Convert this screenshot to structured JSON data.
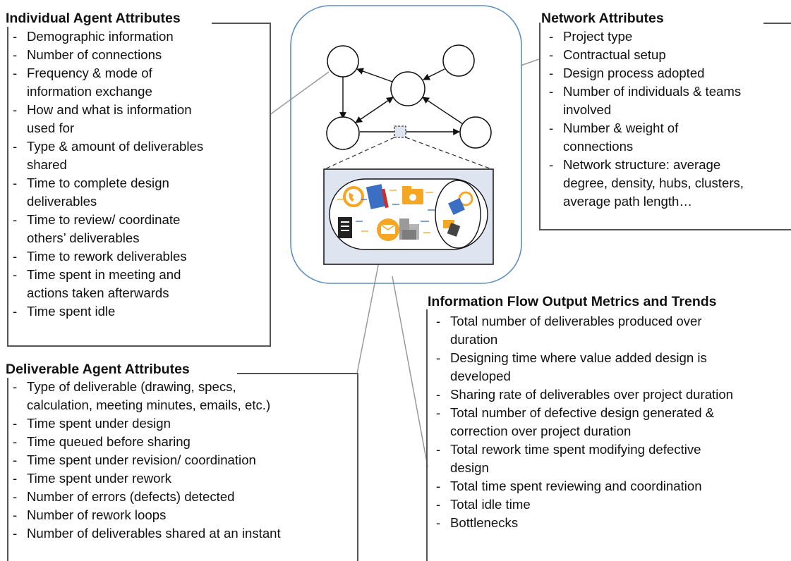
{
  "individual": {
    "title": "Individual  Agent Attributes",
    "items": [
      [
        "Demographic information"
      ],
      [
        "Number of connections"
      ],
      [
        "Frequency & mode of",
        "information exchange"
      ],
      [
        "How and what is information",
        "used for"
      ],
      [
        "Type & amount of deliverables",
        "shared"
      ],
      [
        "Time to complete design",
        "deliverables"
      ],
      [
        "Time to review/ coordinate",
        "others’ deliverables"
      ],
      [
        "Time to rework deliverables"
      ],
      [
        "Time spent in meeting and",
        "actions taken afterwards"
      ],
      [
        "Time spent idle"
      ]
    ]
  },
  "network": {
    "title": "Network Attributes",
    "items": [
      [
        "Project type"
      ],
      [
        "Contractual setup"
      ],
      [
        "Design process adopted"
      ],
      [
        "Number of individuals & teams",
        "involved"
      ],
      [
        "Number & weight of",
        "connections"
      ],
      [
        "Network structure: average",
        "degree, density, hubs, clusters,",
        "average path length…"
      ]
    ]
  },
  "deliverable": {
    "title": "Deliverable Agent Attributes",
    "items": [
      [
        "Type of deliverable (drawing, specs,",
        "calculation, meeting minutes, emails, etc.)"
      ],
      [
        "Time spent under design"
      ],
      [
        "Time queued before sharing"
      ],
      [
        "Time spent under revision/ coordination"
      ],
      [
        "Time spent under rework"
      ],
      [
        "Number of errors (defects) detected"
      ],
      [
        "Number of rework loops"
      ],
      [
        "Number of deliverables shared at an instant"
      ]
    ]
  },
  "flow": {
    "title": "Information  Flow Output Metrics and Trends",
    "items": [
      [
        "Total number of deliverables produced over",
        "duration"
      ],
      [
        "Designing time where value added design is",
        "developed"
      ],
      [
        "Sharing rate of deliverables over project duration"
      ],
      [
        "Total number of defective design generated &",
        "correction over project duration"
      ],
      [
        "Total rework time spent modifying defective",
        "design"
      ],
      [
        "Total time spent reviewing and coordination"
      ],
      [
        "Total idle time"
      ],
      [
        "Bottlenecks"
      ]
    ]
  },
  "colors": {
    "frame": "#5b8ec7",
    "inner_box": "#dfe5f0",
    "icon_orange": "#f5a623",
    "icon_blue": "#3a6fc4"
  }
}
